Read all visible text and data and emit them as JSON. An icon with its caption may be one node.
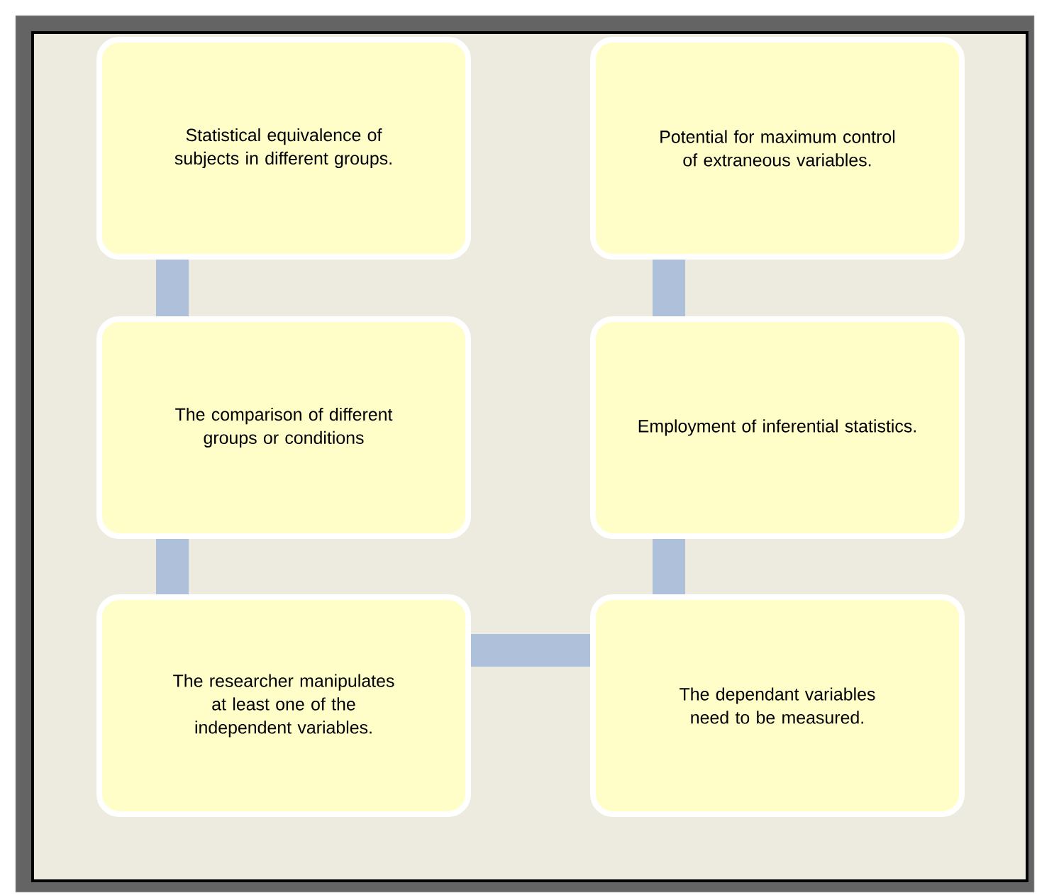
{
  "diagram": {
    "nodes": [
      {
        "text": [
          "Statistical equivalence of subjects in different groups."
        ]
      },
      {
        "text": [
          "Potential for maximum control of extraneous variables."
        ]
      },
      {
        "text": [
          "The comparison of different groups or conditions"
        ]
      },
      {
        "text": [
          "Employment of inferential statistics."
        ]
      },
      {
        "text": [
          "The researcher manipulates at least one of the independent variables."
        ]
      },
      {
        "text": [
          "The dependant variables need to be measured."
        ]
      }
    ],
    "edges": [
      {
        "from": 0,
        "to": 2,
        "arrow": "none"
      },
      {
        "from": 2,
        "to": 4,
        "arrow": "none"
      },
      {
        "from": 4,
        "to": 5,
        "arrow": "none"
      },
      {
        "from": 5,
        "to": 3,
        "arrow": "none"
      },
      {
        "from": 3,
        "to": 1,
        "arrow": "none"
      }
    ]
  }
}
